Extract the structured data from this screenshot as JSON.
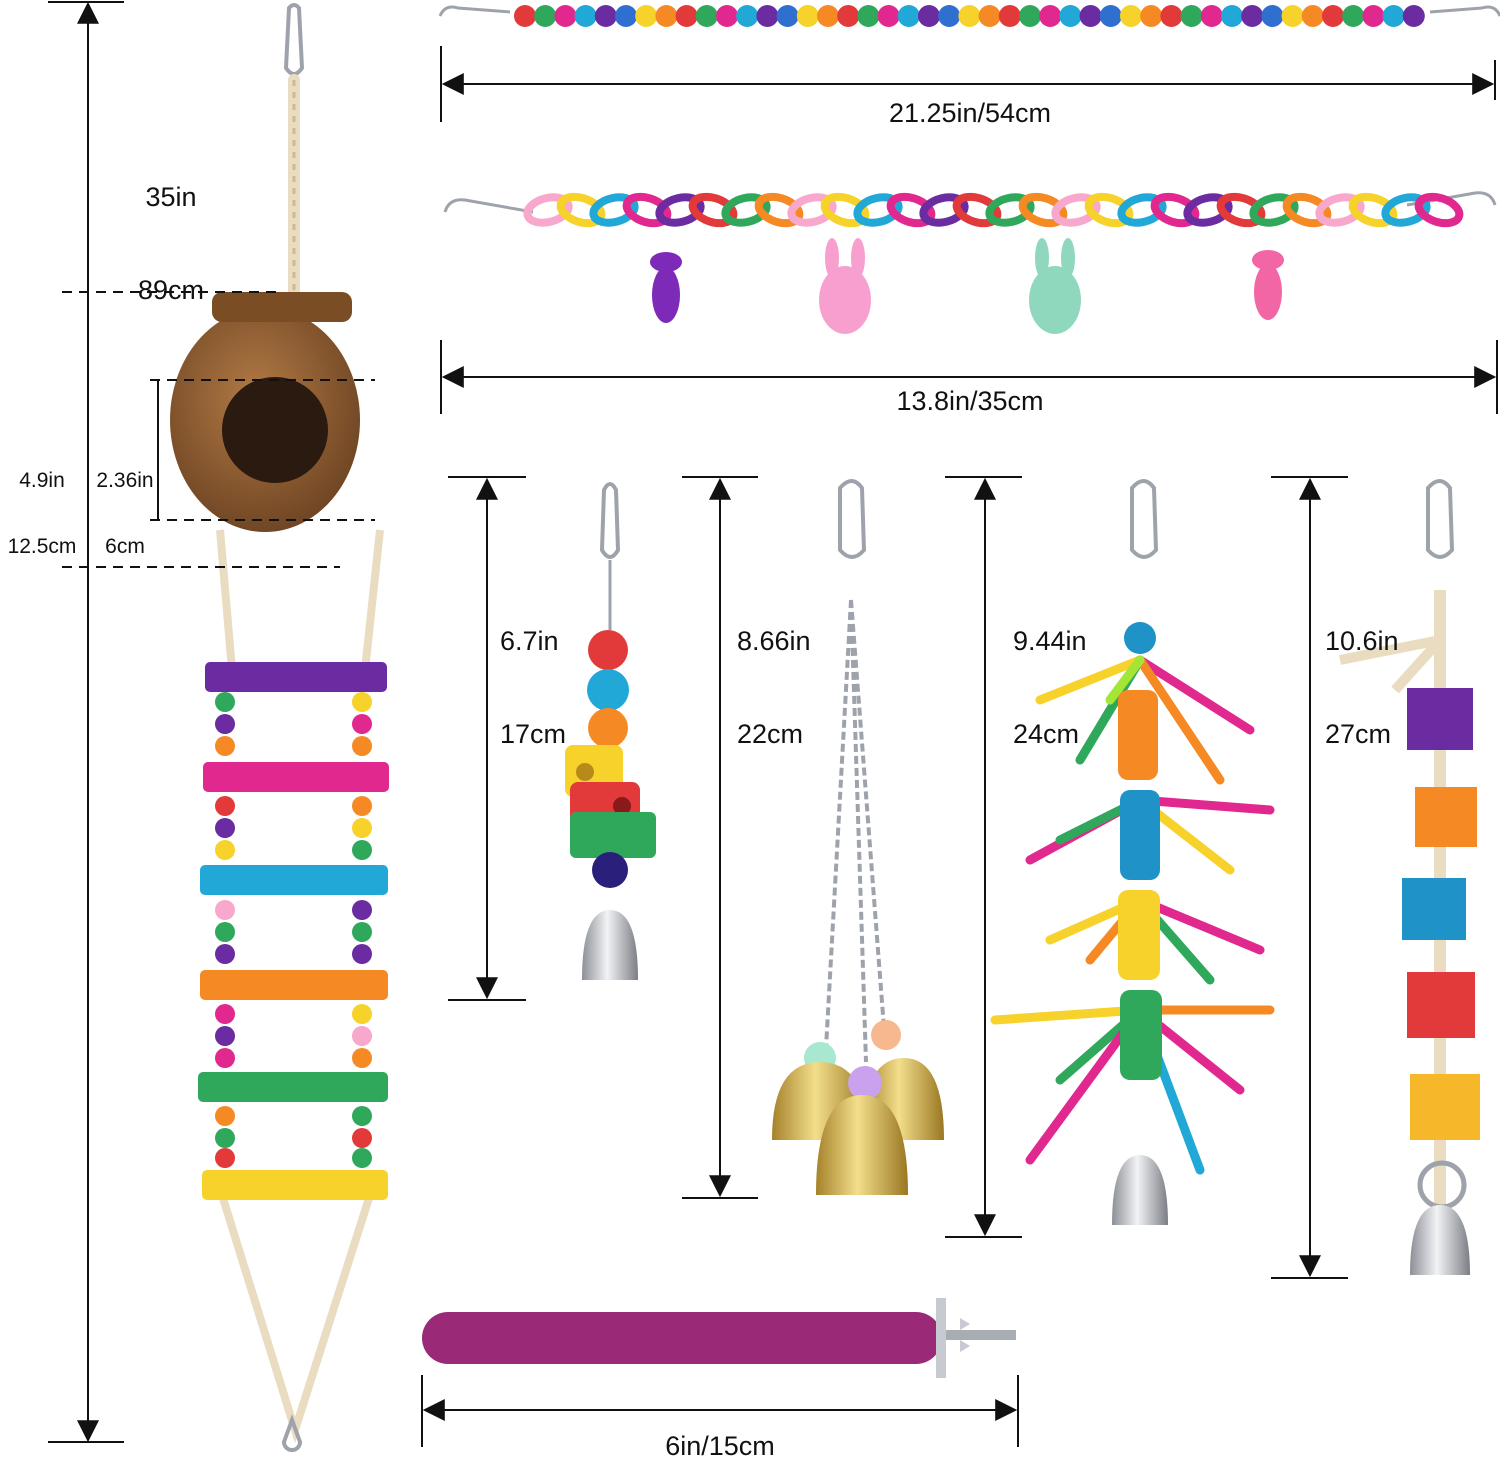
{
  "measurements": {
    "overall_length": {
      "inches": "35in",
      "cm": "89cm"
    },
    "coconut_height": {
      "inches": "4.9in",
      "cm": "12.5cm"
    },
    "coconut_hole": {
      "inches": "2.36in",
      "cm": "6cm"
    },
    "bead_chain": "21.25in/54cm",
    "link_chain": "13.8in/35cm",
    "bead_bell_toy": {
      "inches": "6.7in",
      "cm": "17cm"
    },
    "triple_bell_toy": {
      "inches": "8.66in",
      "cm": "22cm"
    },
    "rope_tassel_toy": {
      "inches": "9.44in",
      "cm": "24cm"
    },
    "block_toy": {
      "inches": "10.6in",
      "cm": "27cm"
    },
    "perch": "6in/15cm"
  },
  "colors": {
    "purple": "#6a2ca0",
    "magenta": "#e0288f",
    "cyan": "#21a8d6",
    "orange": "#f58a25",
    "green": "#2fa85b",
    "yellow": "#f6d22a",
    "red": "#e23a3a",
    "blue": "#2f6fd0",
    "pink": "#f7a8cc",
    "coconut": "#8a5a2b",
    "rope": "#e9dcc0",
    "metal": "#b8bcc4",
    "brass": "#d9b64c",
    "perch": "#9a2a78"
  }
}
